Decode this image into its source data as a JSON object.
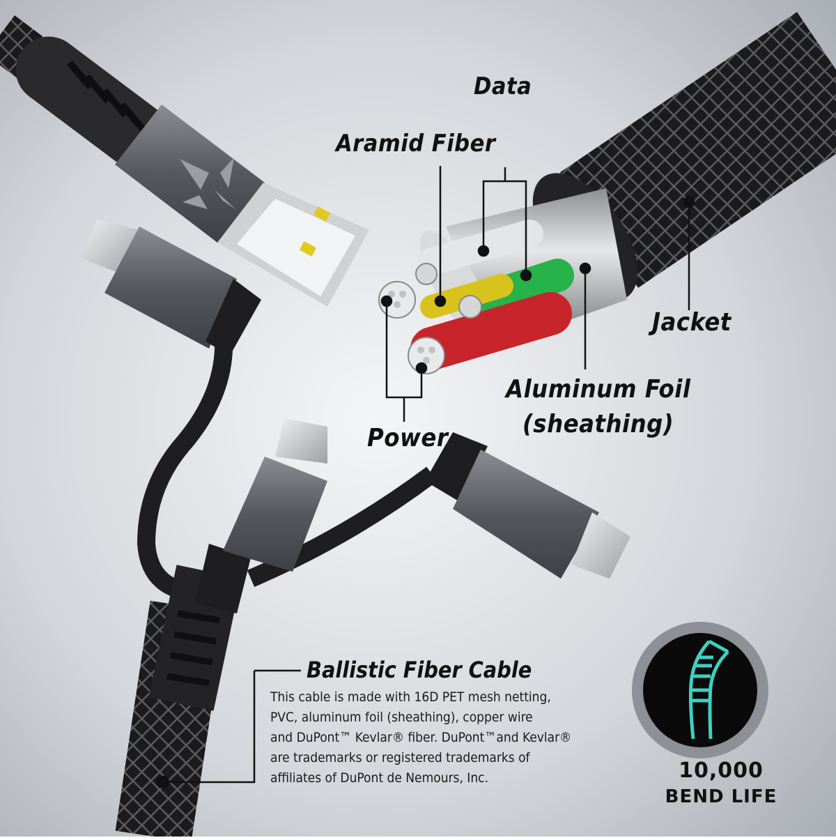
{
  "labels": {
    "data": "Data",
    "aramid": "Aramid Fiber",
    "jacket": "Jacket",
    "foil_line1": "Aluminum Foil",
    "foil_line2": "(sheathing)",
    "power": "Power"
  },
  "ballistic": {
    "title": "Ballistic Fiber Cable",
    "lines": [
      "This cable is made with 16D PET mesh netting,",
      "PVC, aluminum foil (sheathing), copper wire",
      "and DuPont™ Kevlar® fiber. DuPont™and Kevlar®",
      "are trademarks or registered trademarks of",
      "affiliates of DuPont de Nemours, Inc."
    ]
  },
  "badge": {
    "number": "10,000",
    "text": "BEND LIFE"
  },
  "colors": {
    "background_center": "#f4f5f7",
    "background_edge": "#a9adb4",
    "cable_black": "#1c1c1e",
    "connector_gray": "#5f6267",
    "wire_green": "#27b24a",
    "wire_red": "#c8242b",
    "wire_yellow": "#d8c21c",
    "badge_teal": "#3fd0c0"
  },
  "icons": [
    "x-logo-icon",
    "bend-cable-icon"
  ]
}
